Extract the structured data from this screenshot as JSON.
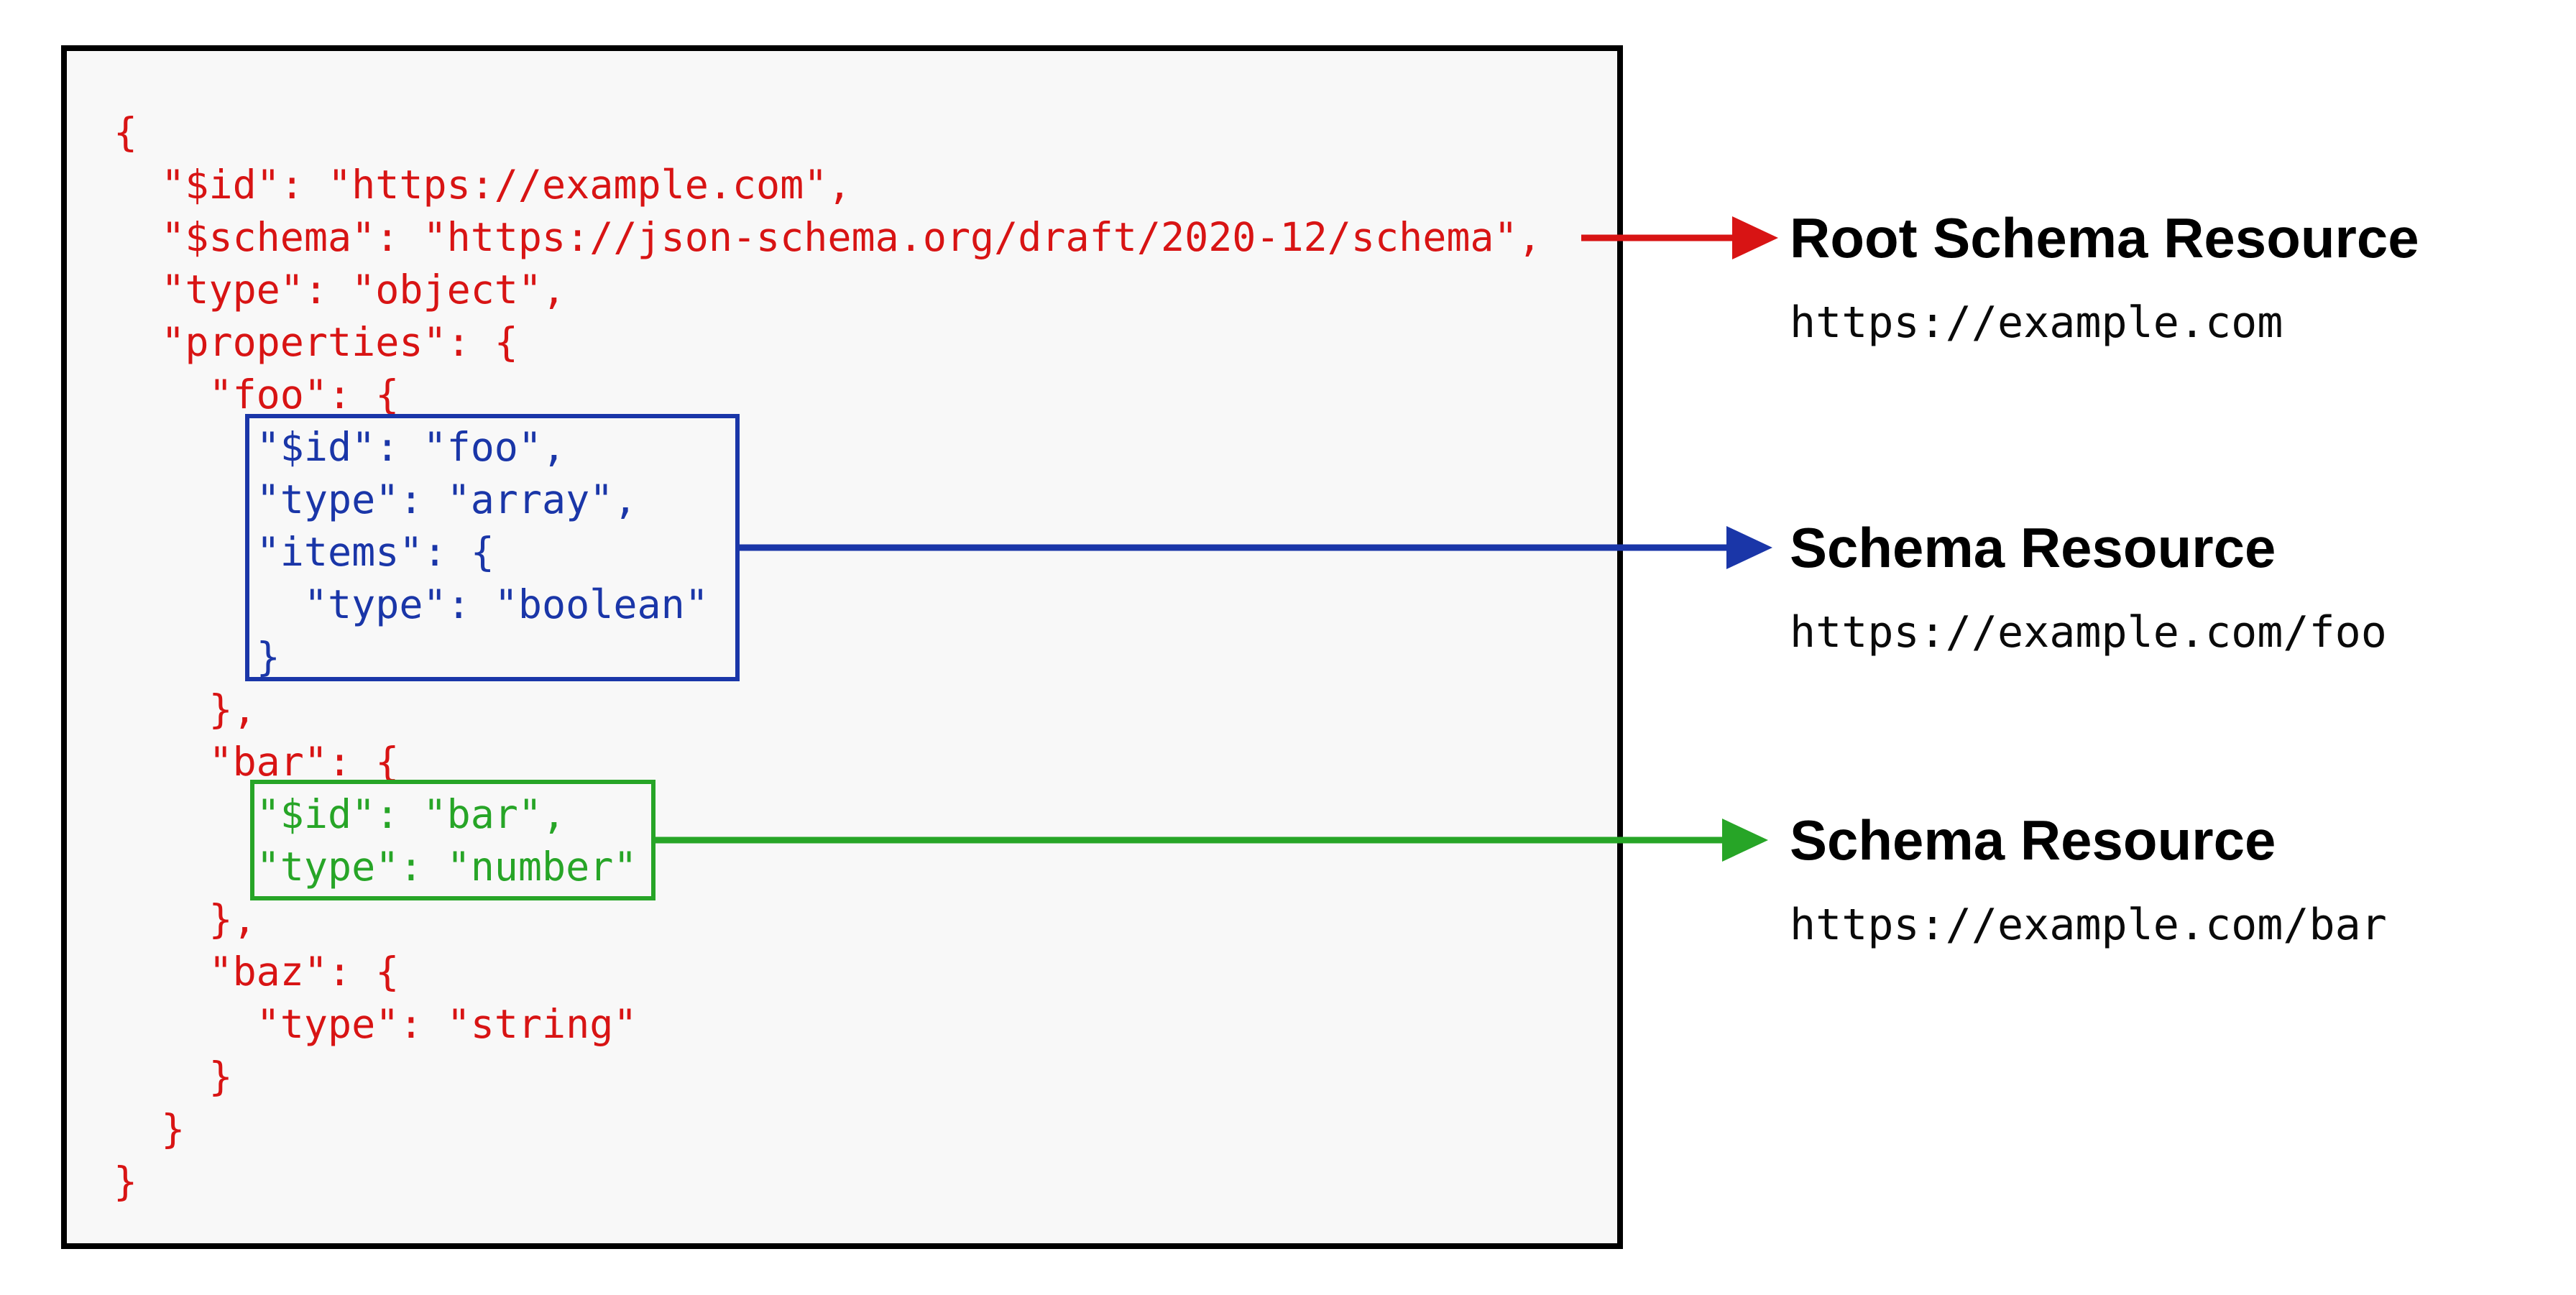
{
  "colors": {
    "red": "#d81414",
    "blue": "#1a36a8",
    "green": "#27a527",
    "black": "#000000",
    "box_background": "#f8f8f8"
  },
  "code": {
    "lines": [
      {
        "text": "{",
        "color": "red"
      },
      {
        "text": "  \"$id\": \"https://example.com\",",
        "color": "red"
      },
      {
        "text": "  \"$schema\": \"https://json-schema.org/draft/2020-12/schema\",",
        "color": "red"
      },
      {
        "text": "  \"type\": \"object\",",
        "color": "red"
      },
      {
        "text": "  \"properties\": {",
        "color": "red"
      },
      {
        "text": "    \"foo\": {",
        "color": "red"
      },
      {
        "text": "      \"$id\": \"foo\",",
        "color": "blue"
      },
      {
        "text": "      \"type\": \"array\",",
        "color": "blue"
      },
      {
        "text": "      \"items\": {",
        "color": "blue"
      },
      {
        "text": "        \"type\": \"boolean\"",
        "color": "blue"
      },
      {
        "text": "      }",
        "color": "blue"
      },
      {
        "text": "    },",
        "color": "red"
      },
      {
        "text": "    \"bar\": {",
        "color": "red"
      },
      {
        "text": "      \"$id\": \"bar\",",
        "color": "green"
      },
      {
        "text": "      \"type\": \"number\"",
        "color": "green"
      },
      {
        "text": "    },",
        "color": "red"
      },
      {
        "text": "    \"baz\": {",
        "color": "red"
      },
      {
        "text": "      \"type\": \"string\"",
        "color": "red"
      },
      {
        "text": "    }",
        "color": "red"
      },
      {
        "text": "  }",
        "color": "red"
      },
      {
        "text": "}",
        "color": "red"
      }
    ]
  },
  "annotations": [
    {
      "title": "Root Schema Resource",
      "uri": "https://example.com",
      "color": "red"
    },
    {
      "title": "Schema Resource",
      "uri": "https://example.com/foo",
      "color": "blue"
    },
    {
      "title": "Schema Resource",
      "uri": "https://example.com/bar",
      "color": "green"
    }
  ]
}
